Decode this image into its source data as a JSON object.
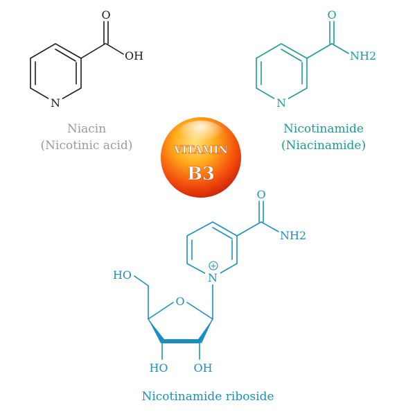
{
  "colors": {
    "niacin": "#1a1a1a",
    "niacin_label": "#9a9a9a",
    "nicotinamide": "#1a9a95",
    "riboside": "#1a8fbf",
    "vitamin_text": "#ffffff"
  },
  "niacin": {
    "label_line1": "Niacin",
    "label_line2": "(Nicotinic acid)",
    "atom_o": "O",
    "atom_oh": "OH",
    "atom_n": "N"
  },
  "nicotinamide": {
    "label_line1": "Nicotinamide",
    "label_line2": "(Niacinamide)",
    "atom_o": "O",
    "atom_nh2": "NH2",
    "atom_n": "N"
  },
  "vitamin": {
    "line1": "VITAMIN",
    "line2": "B3"
  },
  "riboside": {
    "label": "Nicotinamide riboside",
    "atom_o": "O",
    "atom_nh2": "NH2",
    "atom_n": "N",
    "charge": "+",
    "atom_ho_top": "HO",
    "atom_ring_o": "O",
    "atom_ho_bottom": "HO",
    "atom_oh_bottom": "OH"
  }
}
